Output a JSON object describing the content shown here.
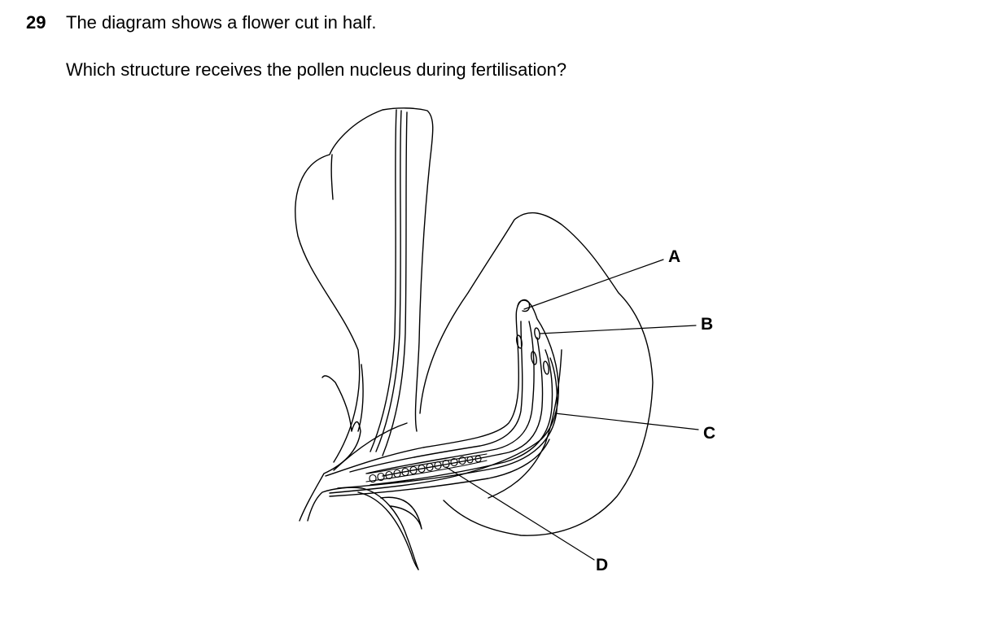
{
  "question": {
    "number": "29",
    "stem": "The diagram shows a flower cut in half.",
    "prompt": "Which structure receives the pollen nucleus during fertilisation?"
  },
  "diagram": {
    "labels": {
      "A": "A",
      "B": "B",
      "C": "C",
      "D": "D"
    }
  }
}
